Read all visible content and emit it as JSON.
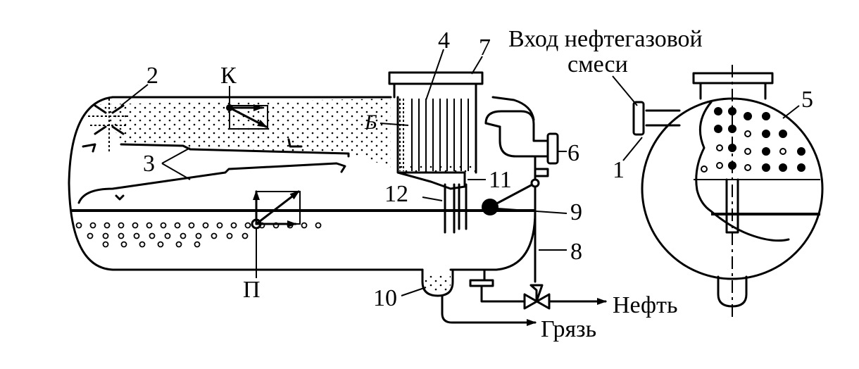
{
  "labels": {
    "n1": "1",
    "n2": "2",
    "n3": "3",
    "n4": "4",
    "n5": "5",
    "n6": "6",
    "n7": "7",
    "n8": "8",
    "n9": "9",
    "n10": "10",
    "n11": "11",
    "n12": "12",
    "k": "К",
    "p": "П",
    "b": "Б",
    "inlet_line1": "Вход нефтегазовой",
    "inlet_line2": "смеси",
    "oil": "Нефть",
    "mud": "Грязь"
  }
}
